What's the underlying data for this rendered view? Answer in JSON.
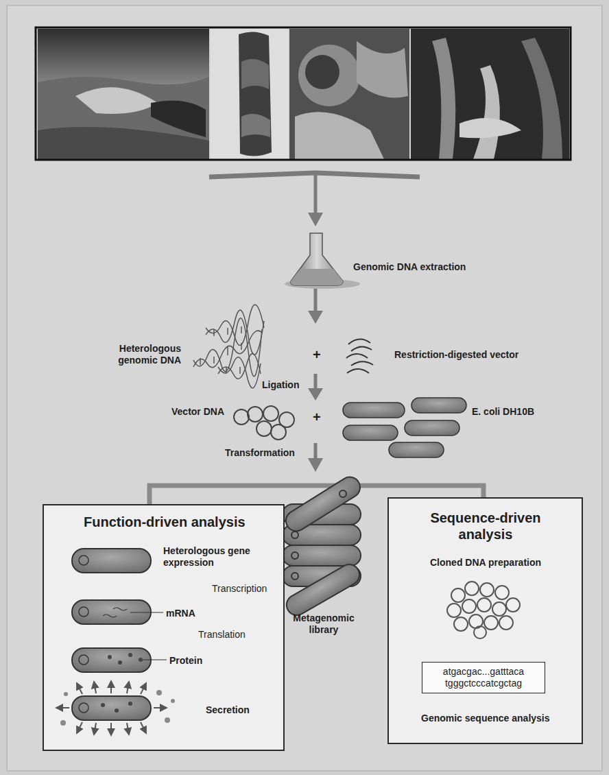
{
  "diagram": {
    "nodes": [
      {
        "text": [
          "Function-driven analysis",
          "Heterologous gene expression",
          "Transcription",
          "mRNA",
          "Translation",
          "Protein",
          "Secretion"
        ]
      },
      {
        "text": [
          "Sequence-driven analysis",
          "Cloned DNA preparation",
          "Genomic sequence analysis"
        ]
      },
      {
        "text": [
          "atgacgac...gatttaca tgggctcccatcgctag"
        ],
        "in": 1
      }
    ],
    "labels": [
      "Genomic DNA extraction",
      "Heterologous genomic DNA",
      "+",
      "Restriction-digested vector",
      "Ligation",
      "Vector DNA",
      "+",
      "E. coli DH10B",
      "Transformation",
      "Metagenomic library"
    ]
  }
}
